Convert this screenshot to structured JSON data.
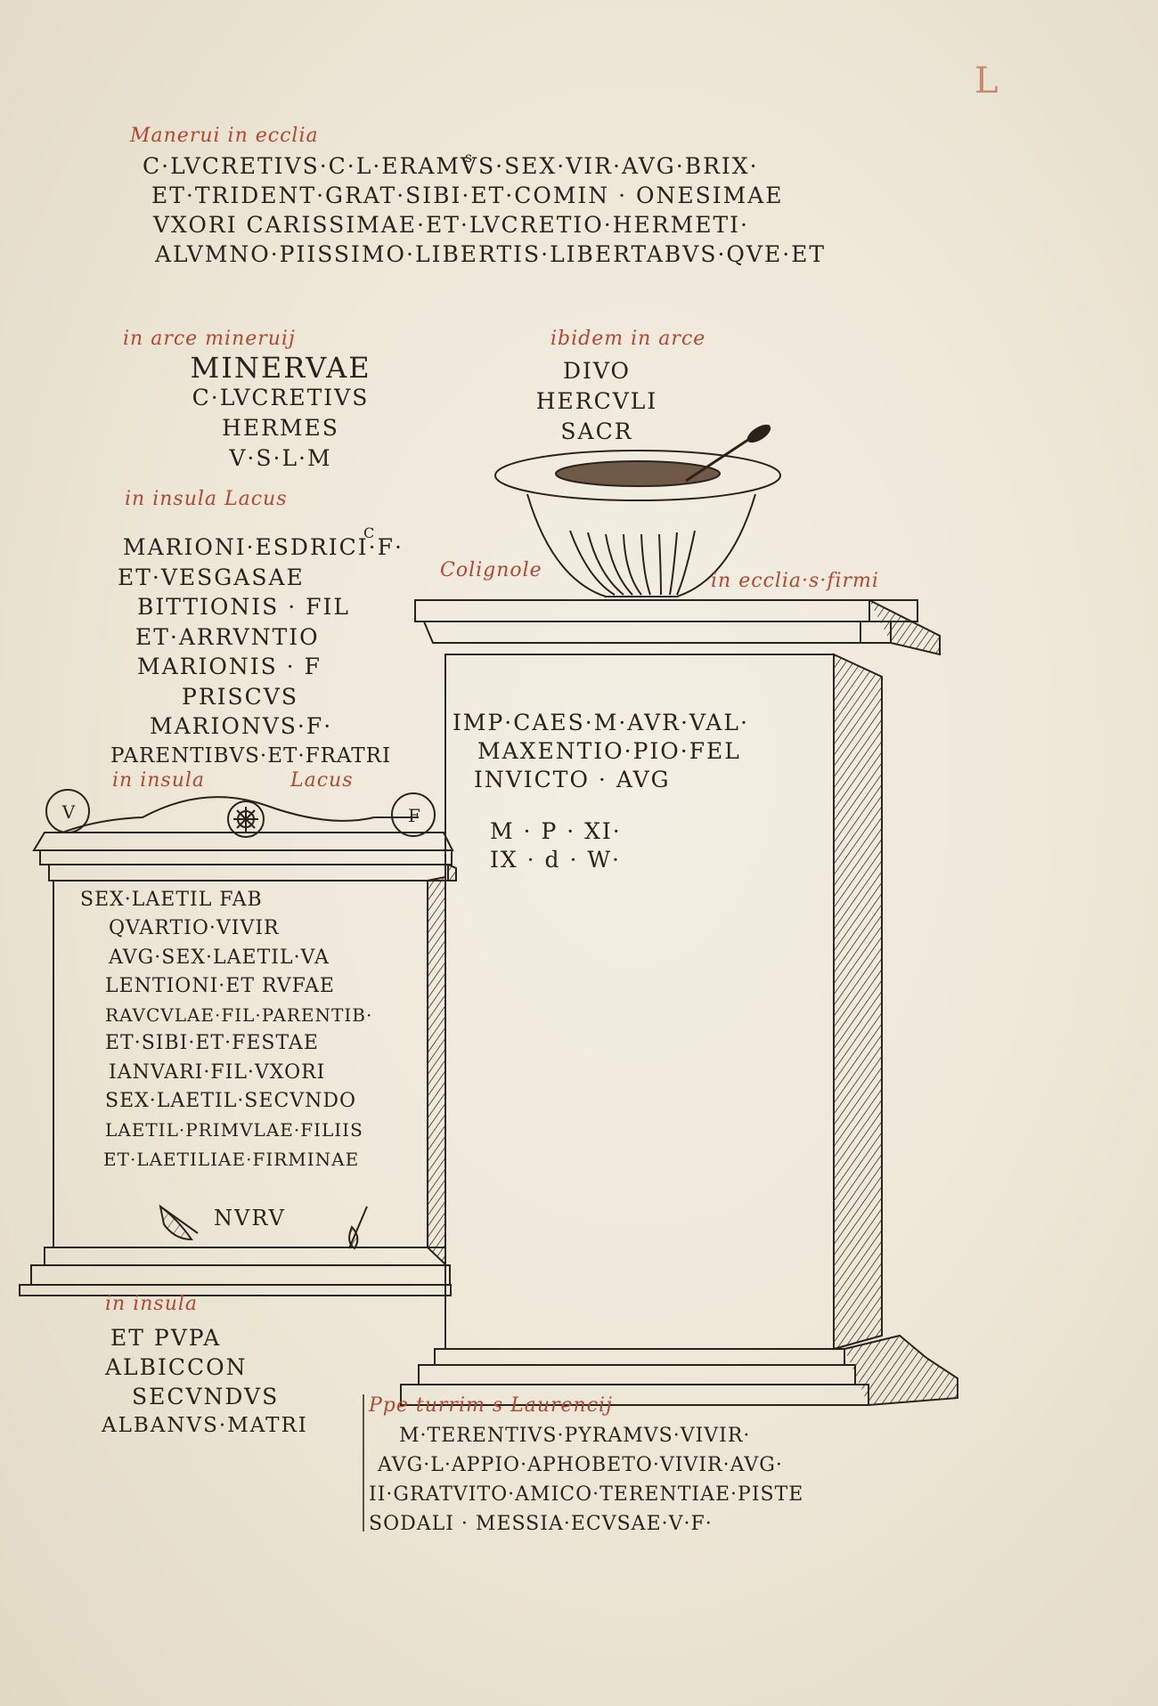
{
  "folio": "L",
  "inscription_1": {
    "rubric": "Manerui in ecclia",
    "superscript": "s",
    "lines": [
      "C·LVCRETIVS·C·L·ERAMVS·SEX·VIR·AVG·BRIX·",
      "ET·TRIDENT·GRAT·SIBI·ET·COMIN · ONESIMAE",
      "VXORI CARISSIMAE·ET·LVCRETIO·HERMETI·",
      "ALVMNO·PIISSIMO·LIBERTIS·LIBERTABVS·QVE·ET"
    ]
  },
  "inscription_2": {
    "rubric": "in arce mineruij",
    "lines": [
      "MINERVAE",
      "C·LVCRETIVS",
      "HERMES",
      "V·S·L·M"
    ]
  },
  "inscription_3": {
    "rubric": "ibidem in arce",
    "lines": [
      "DIVO",
      "HERCVLI",
      "SACR"
    ]
  },
  "inscription_4": {
    "rubric": "in insula Lacus",
    "superscript": "C",
    "lines": [
      "MARIONI·ESDRICI·F·",
      "ET·VESGASAE",
      "BITTIONIS · FIL",
      "ET·ARRVNTIO",
      "MARIONIS · F",
      "PRISCVS",
      "MARIONVS·F·",
      "PARENTIBVS·ET·FRATRI"
    ]
  },
  "rubric_coligniole": "Colignole",
  "rubric_firmi": "in ecclia·s·firmi",
  "inscription_5": {
    "lines": [
      "IMP·CAES·M·AVR·VAL·",
      "MAXENTIO·PIO·FEL",
      "INVICTO · AVG",
      "M · P · XI·",
      "IX · d · W·"
    ]
  },
  "inscription_6": {
    "rubric_left": "in insula",
    "rubric_right": "Lacus",
    "medallion_left": "V",
    "medallion_right": "F",
    "lines": [
      "SEX·LAETIL FAB",
      "QVARTIO·VIVIR",
      "AVG·SEX·LAETIL·VA",
      "LENTIONI·ET RVFAE",
      "RAVCVLAE·FIL·PARENTIB·",
      "ET·SIBI·ET·FESTAE",
      "IANVARI·FIL·VXORI",
      "SEX·LAETIL·SECVNDO",
      "LAETIL·PRIMVLAE·FILIIS",
      "ET·LAETILIAE·FIRMINAE"
    ],
    "footer": "NVRV"
  },
  "inscription_7": {
    "rubric": "in insula",
    "lines": [
      "ET PVPA",
      "ALBICCON",
      "SECVNDVS",
      "ALBANVS·MATRI"
    ]
  },
  "inscription_8": {
    "rubric": "Ppe turrim s Laurencij",
    "lines": [
      "M·TERENTIVS·PYRAMVS·VIVIR·",
      "AVG·L·APPIO·APHOBETO·VIVIR·AVG·",
      "II·GRATVITO·AMICO·TERENTIAE·PISTE",
      "SODALI · MESSIA·ECVSAE·V·F·"
    ]
  }
}
